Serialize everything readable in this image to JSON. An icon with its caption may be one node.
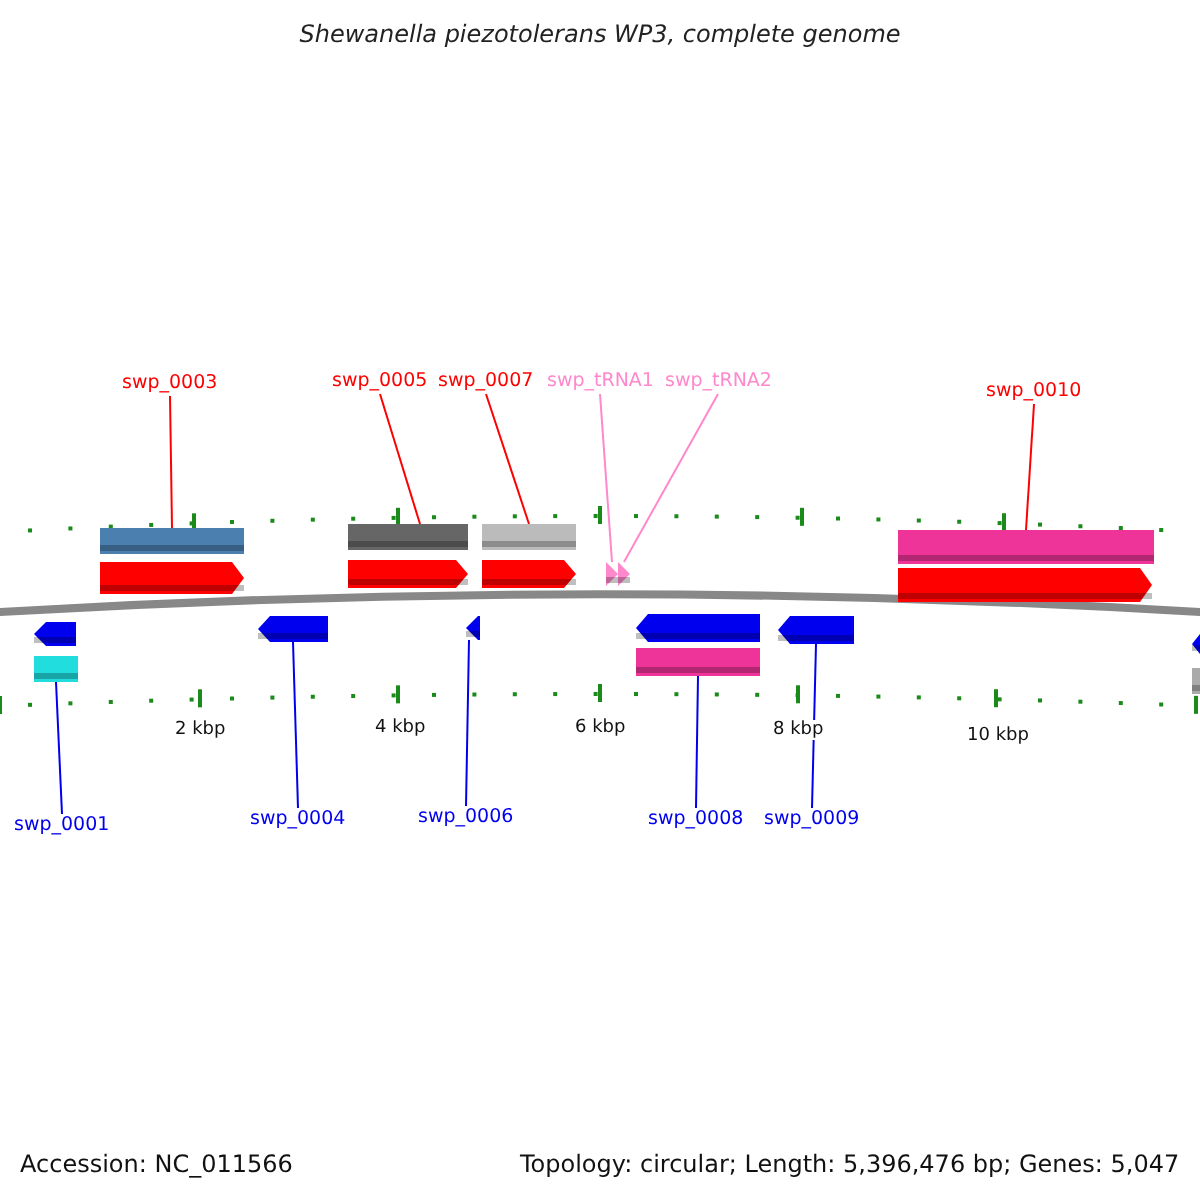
{
  "diagram": {
    "title": "Shewanella piezotolerans WP3, complete genome",
    "nodes": [
      {
        "text": [
          "swp_0003"
        ]
      },
      {
        "text": [
          "swp_0005"
        ]
      },
      {
        "text": [
          "swp_0007"
        ]
      },
      {
        "text": [
          "swp_tRNA1"
        ]
      },
      {
        "text": [
          "swp_tRNA2"
        ]
      },
      {
        "text": [
          "swp_0010"
        ]
      },
      {
        "text": [
          "swp_0001"
        ]
      },
      {
        "text": [
          "swp_0004"
        ]
      },
      {
        "text": [
          "swp_0006"
        ]
      },
      {
        "text": [
          "swp_0008"
        ]
      },
      {
        "text": [
          "swp_0009"
        ]
      },
      {
        "text": [],
        "shape": "arrow"
      },
      {
        "text": [],
        "shape": "arrow"
      },
      {
        "text": [],
        "shape": "arrow"
      },
      {
        "text": [],
        "shape": "arrow"
      },
      {
        "text": [],
        "shape": "arrow"
      },
      {
        "text": [],
        "shape": "arrow"
      },
      {
        "text": [],
        "shape": "arrow"
      },
      {
        "text": [],
        "shape": "arrow"
      },
      {
        "text": [],
        "shape": "arrow"
      },
      {
        "text": [],
        "shape": "arrow"
      },
      {
        "text": [],
        "shape": "arrow"
      },
      {
        "text": [],
        "shape": "bar"
      },
      {
        "text": [],
        "shape": "bar"
      },
      {
        "text": [],
        "shape": "bar"
      },
      {
        "text": [],
        "shape": "bar"
      },
      {
        "text": [],
        "shape": "bar"
      },
      {
        "text": [],
        "shape": "bar"
      },
      {
        "text": [],
        "shape": "arrow"
      },
      {
        "text": [],
        "shape": "bar"
      }
    ],
    "edges": [
      {
        "from": 0,
        "to": 23,
        "arrow": "none",
        "color": "#ff0000"
      },
      {
        "from": 1,
        "to": 24,
        "arrow": "none",
        "color": "#ff0000"
      },
      {
        "from": 2,
        "to": 25,
        "arrow": "none",
        "color": "#ff0000"
      },
      {
        "from": 3,
        "to": 17,
        "arrow": "none",
        "color": "#ff88cc"
      },
      {
        "from": 4,
        "to": 18,
        "arrow": "none",
        "color": "#ff88cc"
      },
      {
        "from": 5,
        "to": 27,
        "arrow": "none",
        "color": "#ff0000"
      },
      {
        "from": 6,
        "to": 22,
        "arrow": "none"
      },
      {
        "from": 7,
        "to": 13,
        "arrow": "none"
      },
      {
        "from": 8,
        "to": 15,
        "arrow": "none"
      },
      {
        "from": 9,
        "to": 26,
        "arrow": "none"
      },
      {
        "from": 10,
        "to": 20,
        "arrow": "none"
      }
    ],
    "labels": [
      "2 kbp",
      "4 kbp",
      "6 kbp",
      "8 kbp",
      "10 kbp",
      "Accession: NC_011566",
      "Topology: circular; Length: 5,396,476 bp; Genes: 5,047"
    ]
  }
}
